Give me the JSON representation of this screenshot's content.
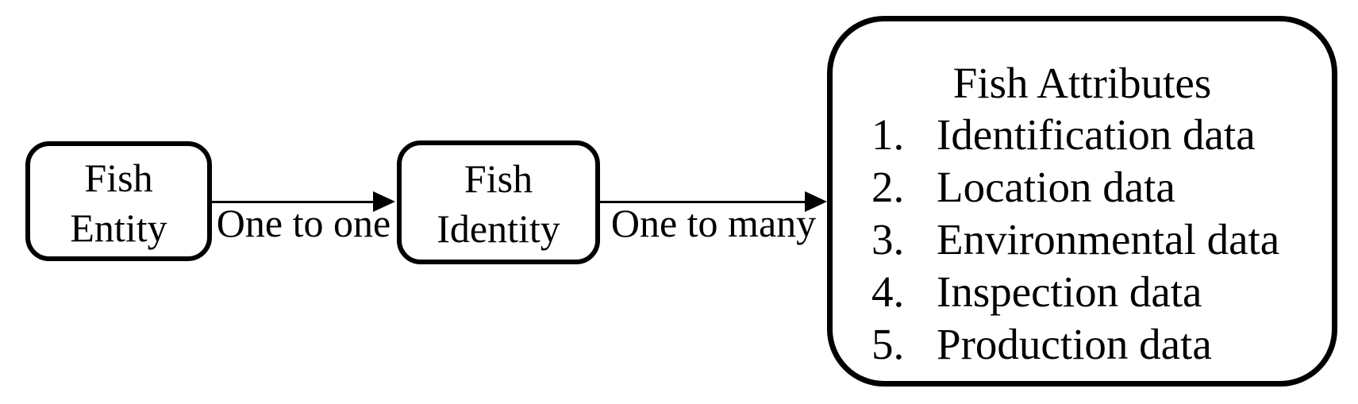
{
  "diagram": {
    "background_color": "#ffffff",
    "stroke_color": "#000000",
    "text_color": "#000000",
    "nodes": {
      "entity": {
        "lines": [
          "Fish",
          "Entity"
        ]
      },
      "identity": {
        "lines": [
          "Fish",
          "Identity"
        ]
      },
      "attributes": {
        "title": "Fish Attributes",
        "items": [
          {
            "num": "1.",
            "text": "Identification data"
          },
          {
            "num": "2.",
            "text": "Location data"
          },
          {
            "num": "3.",
            "text": "Environmental data"
          },
          {
            "num": "4.",
            "text": "Inspection data"
          },
          {
            "num": "5.",
            "text": "Production data"
          }
        ]
      }
    },
    "edges": {
      "entity_to_identity": {
        "label": "One to one"
      },
      "identity_to_attributes": {
        "label": "One to many"
      }
    }
  }
}
